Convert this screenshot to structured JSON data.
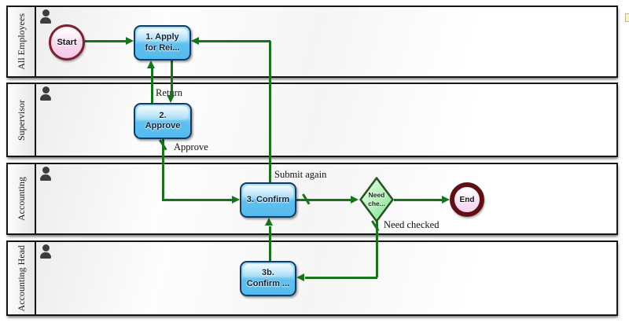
{
  "diagram": {
    "lanes": [
      {
        "label": "All Employees"
      },
      {
        "label": "Supervisor"
      },
      {
        "label": "Accounting"
      },
      {
        "label": "Accounting Head"
      }
    ],
    "nodes": {
      "start": {
        "type": "start-event",
        "label": "Start"
      },
      "apply": {
        "type": "task",
        "line1": "1. Apply",
        "line2": "for Rei..."
      },
      "approve": {
        "type": "task",
        "line1": "2.",
        "line2": "Approve"
      },
      "confirm": {
        "type": "task",
        "label": "3. Confirm"
      },
      "gateway": {
        "type": "exclusive-gateway",
        "line1": "Need",
        "line2": "che..."
      },
      "confirm_b": {
        "type": "task",
        "line1": "3b.",
        "line2": "Confirm ..."
      },
      "end": {
        "type": "end-event",
        "label": "End"
      }
    },
    "flow_labels": {
      "return": "Return",
      "approve": "Approve",
      "submit_again": "Submit again",
      "need_checked": "Need checked"
    },
    "icons": {
      "lane_actor": "person-icon"
    },
    "colors": {
      "flow": "#17741d",
      "task_border": "#16395f",
      "task_fill": "#55baee",
      "node_text": "#0e2136",
      "start_border": "#7c2130",
      "start_fill": "#f6c9e9",
      "start_fill_light": "#fdeaf8",
      "end_border": "#5e1014",
      "end_fill": "#f6d4f0",
      "end_fill_light": "#fdf1fb",
      "gateway_border": "#26521f",
      "gateway_fill": "#7dde92",
      "gateway_fill_light": "#eefcec"
    }
  }
}
